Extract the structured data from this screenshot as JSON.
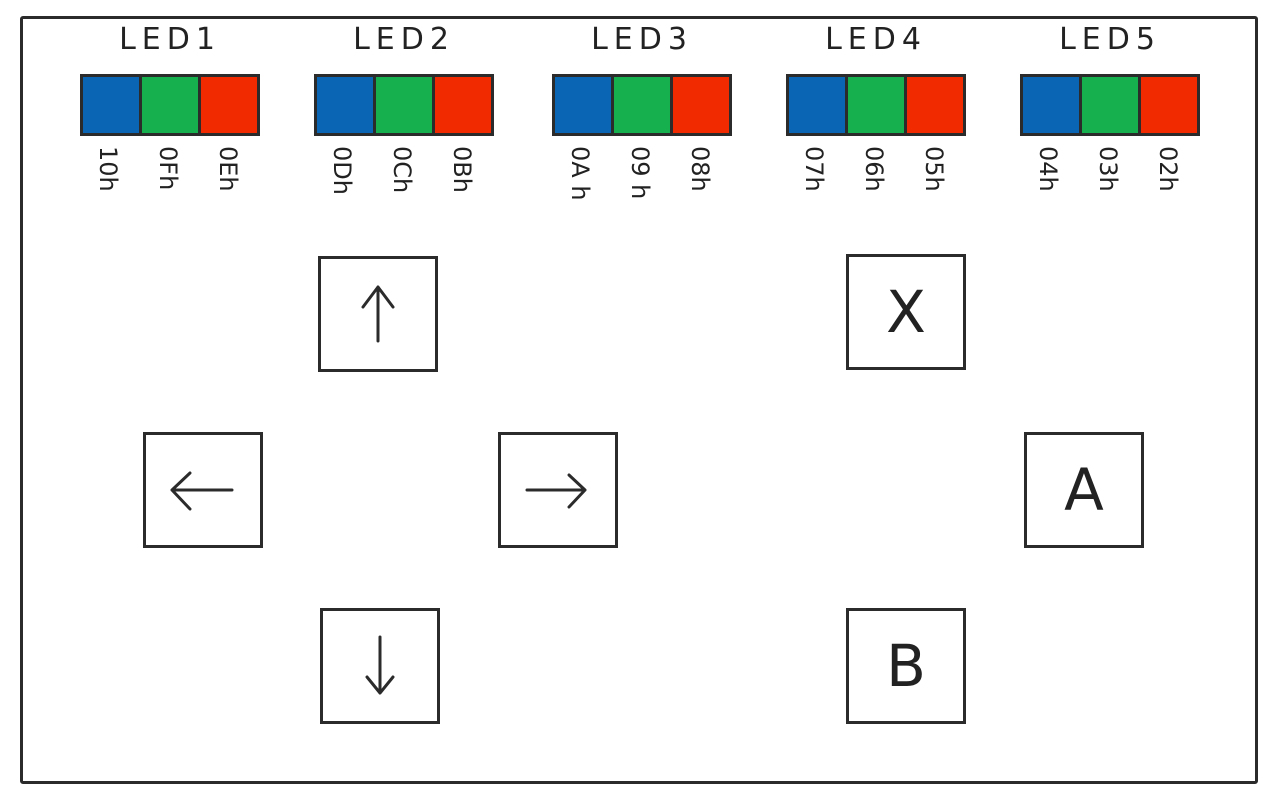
{
  "colors": {
    "blue": "#0a66b5",
    "green": "#16b04e",
    "red": "#f22a00",
    "ink": "#2b2b2b"
  },
  "leds": [
    {
      "title": "LED1",
      "addresses": [
        "10h",
        "0Fh",
        "0Eh"
      ]
    },
    {
      "title": "LED2",
      "addresses": [
        "0Dh",
        "0Ch",
        "0Bh"
      ]
    },
    {
      "title": "LED3",
      "addresses": [
        "0A h",
        "09 h",
        "08h"
      ]
    },
    {
      "title": "LED4",
      "addresses": [
        "07h",
        "06h",
        "05h"
      ]
    },
    {
      "title": "LED5",
      "addresses": [
        "04h",
        "03h",
        "02h"
      ]
    }
  ],
  "buttons": {
    "up_icon": "arrow-up-icon",
    "down_icon": "arrow-down-icon",
    "left_icon": "arrow-left-icon",
    "right_icon": "arrow-right-icon",
    "x_label": "X",
    "a_label": "A",
    "b_label": "B"
  }
}
